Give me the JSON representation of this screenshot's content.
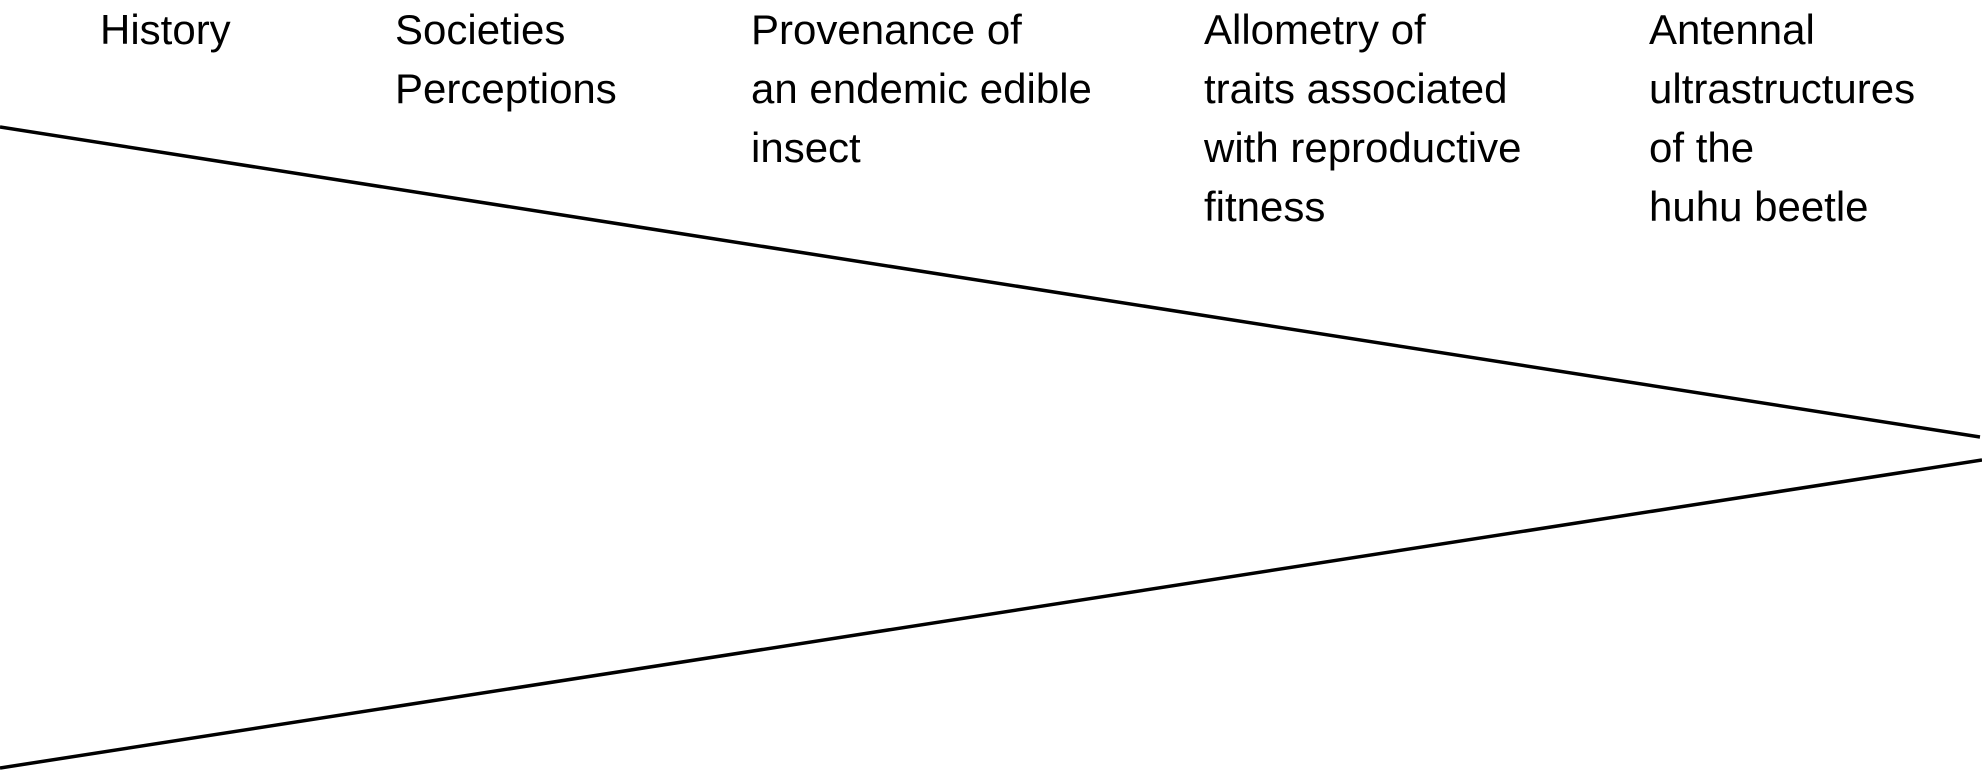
{
  "diagram": {
    "topics": [
      {
        "id": "history",
        "lines": [
          "History"
        ]
      },
      {
        "id": "societies",
        "lines": [
          "Societies",
          "Perceptions"
        ]
      },
      {
        "id": "provenance",
        "lines": [
          "Provenance of",
          "an endemic edible",
          "insect"
        ]
      },
      {
        "id": "allometry",
        "lines": [
          "Allometry of",
          "traits associated",
          "with reproductive",
          "fitness"
        ]
      },
      {
        "id": "antennal",
        "lines": [
          "Antennal",
          "ultrastructures",
          "of the",
          "huhu beetle"
        ]
      }
    ],
    "line_color": "#000000"
  }
}
